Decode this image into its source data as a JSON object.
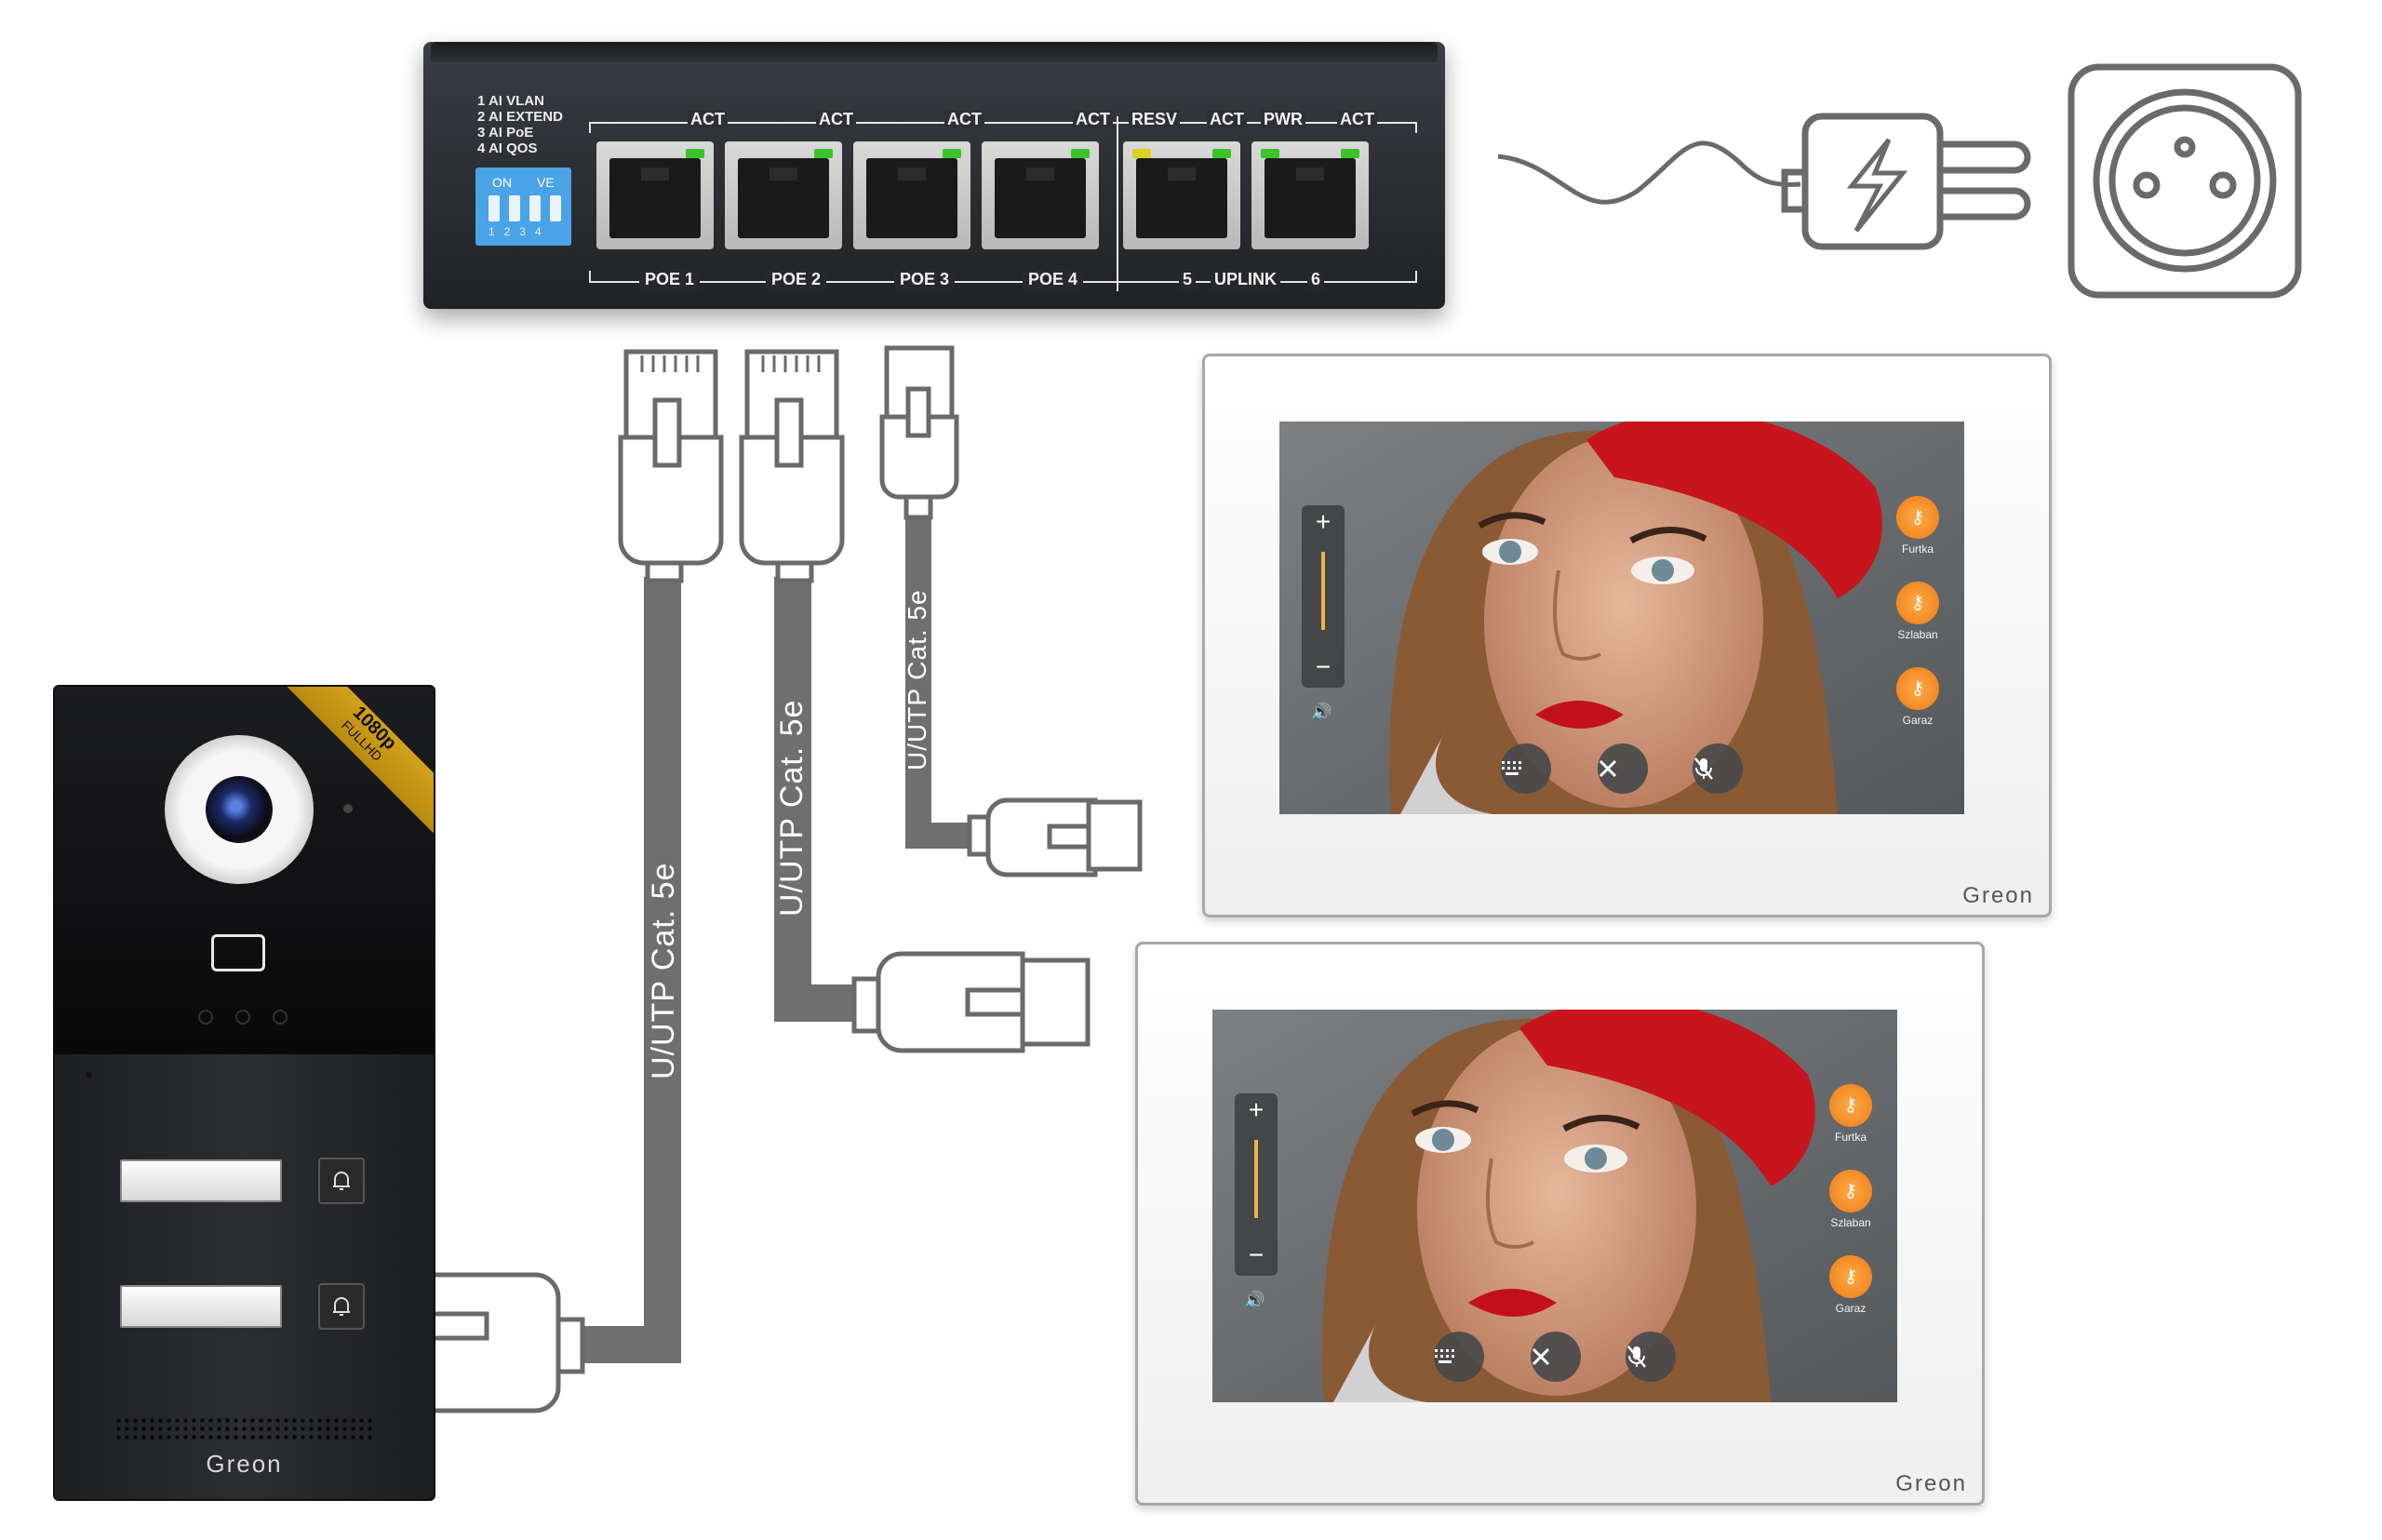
{
  "switch": {
    "dip_legend": [
      "1 AI VLAN",
      "2 AI EXTEND",
      "3 AI PoE",
      "4 AI QOS"
    ],
    "dip_on": "ON",
    "dip_ve": "VE",
    "dip_numbers": "1234",
    "top_labels": [
      "ACT",
      "ACT",
      "ACT",
      "ACT",
      "RESV",
      "ACT",
      "PWR",
      "ACT"
    ],
    "bottom_labels": [
      "POE 1",
      "POE 2",
      "POE 3",
      "POE 4",
      "5",
      "UPLINK",
      "6"
    ],
    "led_colors": {
      "green": "#39c428",
      "yellow": "#d8d21a"
    }
  },
  "cables": [
    "U/UTP Cat. 5e",
    "U/UTP Cat. 5e",
    "U/UTP Cat. 5e"
  ],
  "outdoor_station": {
    "badge_resolution": "1080p",
    "badge_text": "FULLHD",
    "bell_icon": "bell-icon",
    "brand": "Greon"
  },
  "monitors": [
    {
      "volume_plus": "+",
      "volume_minus": "−",
      "speaker_icon": "🔊",
      "buttons": [
        "keypad-icon",
        "close-icon",
        "mic-muted-icon"
      ],
      "actions": [
        {
          "icon": "key-icon",
          "label": "Furtka"
        },
        {
          "icon": "key-icon",
          "label": "Szlaban"
        },
        {
          "icon": "key-icon",
          "label": "Garaz"
        }
      ],
      "brand": "Greon"
    },
    {
      "volume_plus": "+",
      "volume_minus": "−",
      "speaker_icon": "🔊",
      "buttons": [
        "keypad-icon",
        "close-icon",
        "mic-muted-icon"
      ],
      "actions": [
        {
          "icon": "key-icon",
          "label": "Furtka"
        },
        {
          "icon": "key-icon",
          "label": "Szlaban"
        },
        {
          "icon": "key-icon",
          "label": "Garaz"
        }
      ],
      "brand": "Greon"
    }
  ],
  "colors": {
    "cable": "#6f6f6f",
    "accent_orange": "#f28a1c",
    "badge_gold": "#c9960f"
  }
}
